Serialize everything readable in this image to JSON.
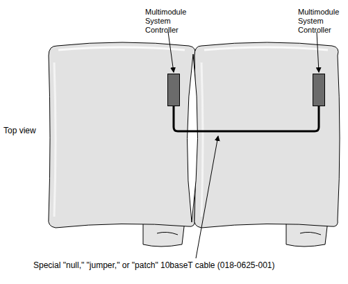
{
  "diagram": {
    "nodes": [
      {
        "text": [
          "Multimodule System Controller"
        ]
      },
      {
        "text": [
          "Multimodule System Controller"
        ]
      }
    ],
    "edges": [
      {
        "from": 0,
        "to": 1,
        "arrow": "none",
        "label": "Special \"null,\" \"jumper,\" or \"patch\" 10baseT cable (018-0625-001)"
      }
    ],
    "labels": [
      "Top view"
    ]
  }
}
